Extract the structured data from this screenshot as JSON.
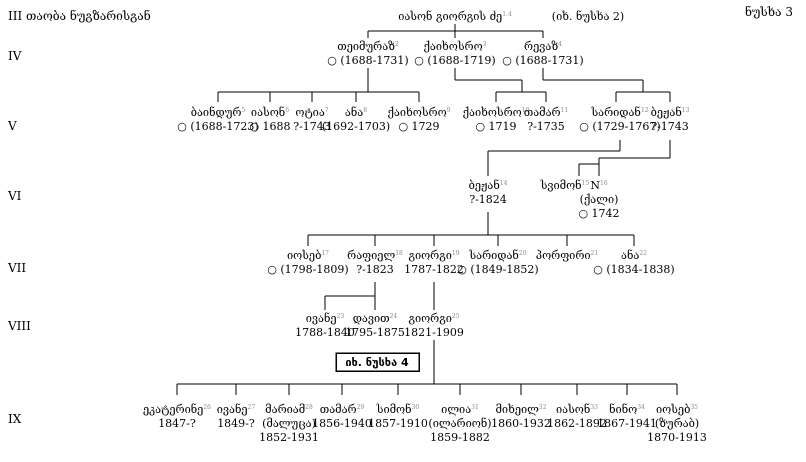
{
  "header": {
    "branch_label": "III  თაობა ნუგზარისგან",
    "table_label": "ნუსხა 3"
  },
  "root": {
    "name": "იასონ გიორგის ძე",
    "sup": "1.4",
    "ref": "(იხ. ნუსხა 2)"
  },
  "generations": [
    "IV",
    "V",
    "VI",
    "VII",
    "VIII",
    "IX"
  ],
  "people": {
    "teimuraz": {
      "name": "თეიმურაზ",
      "sup": "2",
      "line2": "○ (1688-1731)"
    },
    "kaikhosro1": {
      "name": "ქაიხოსრო",
      "sup": "3",
      "line2": "○ (1688-1719)"
    },
    "revaz": {
      "name": "რევაზ",
      "sup": "4",
      "line2": "○ (1688-1731)"
    },
    "bagrat": {
      "name": "ბაინდურ",
      "sup": "5",
      "line2": "○ (1688-1723)"
    },
    "iason": {
      "name": "იასონ",
      "sup": "6",
      "line2": "○ 1688"
    },
    "otia": {
      "name": "ოტია",
      "sup": "7",
      "line2": "?-1743"
    },
    "ana1": {
      "name": "ანა",
      "sup": "8",
      "line2": "(1692-1703)"
    },
    "kaikhosro2": {
      "name": "ქაიხოსრო",
      "sup": "9",
      "line2": "○ 1729"
    },
    "kaikhosro3": {
      "name": "ქაიხოსრო",
      "sup": "10",
      "line2": "○ 1719"
    },
    "tamar1": {
      "name": "თამარ",
      "sup": "11",
      "line2": "?-1735"
    },
    "saridan1": {
      "name": "სარიდან",
      "sup": "12",
      "line2": "○ (1729-1767)"
    },
    "bezhan1": {
      "name": "ბეჟან",
      "sup": "13",
      "line2": "?-1743"
    },
    "bezhan2": {
      "name": "ბეჟან",
      "sup": "14",
      "line2": "?-1824"
    },
    "simon1": {
      "name": "სვიმონ",
      "sup": "15",
      "line2": ""
    },
    "nn": {
      "name": "N",
      "sup": "16",
      "line2": "(ქალი)",
      "line3": "○ 1742"
    },
    "ioseb1": {
      "name": "იოსებ",
      "sup": "17",
      "line2": "○ (1798-1809)"
    },
    "rapiel": {
      "name": "რაფიელ",
      "sup": "18",
      "line2": "?-1823"
    },
    "giorgi1": {
      "name": "გიორგი",
      "sup": "19",
      "line2": "1787-1822"
    },
    "saridan2": {
      "name": "სარიდან",
      "sup": "20",
      "line2": "○ (1849-1852)"
    },
    "porpiri": {
      "name": "პორფირი",
      "sup": "21",
      "line2": ""
    },
    "ana2": {
      "name": "ანა",
      "sup": "22",
      "line2": "○ (1834-1838)"
    },
    "ivane1": {
      "name": "ივანე",
      "sup": "23",
      "line2": "1788-1840"
    },
    "davit": {
      "name": "დავით",
      "sup": "24",
      "line2": "1795-1875"
    },
    "giorgi2": {
      "name": "გიორგი",
      "sup": "25",
      "line2": "1821-1909"
    },
    "ekaterine": {
      "name": "ეკატერინე",
      "sup": "26",
      "line2": "1847-?"
    },
    "ivane2": {
      "name": "ივანე",
      "sup": "27",
      "line2": "1849-?"
    },
    "mariam": {
      "name": "მარიამ",
      "sup": "28",
      "line2": "(მალუცა)",
      "line3": "1852-1931"
    },
    "tamar2": {
      "name": "თამარ",
      "sup": "29",
      "line2": "1856-1940"
    },
    "simon2": {
      "name": "სიმონ",
      "sup": "30",
      "line2": "1857-1910"
    },
    "elia": {
      "name": "ილია",
      "sup": "31",
      "line2": "(ილარიონ)",
      "line3": "1859-1882"
    },
    "mikheil": {
      "name": "მიხეილ",
      "sup": "32",
      "line2": "1860-1932"
    },
    "iason2": {
      "name": "იასონ",
      "sup": "33",
      "line2": "1862-1892"
    },
    "nino": {
      "name": "ნინო",
      "sup": "34",
      "line2": "1867-1941"
    },
    "ioseb2": {
      "name": "იოსებ",
      "sup": "35",
      "line2": "(ზურაბ)",
      "line3": "1870-1913"
    }
  },
  "ref_box": "იხ. ნუსხა 4"
}
